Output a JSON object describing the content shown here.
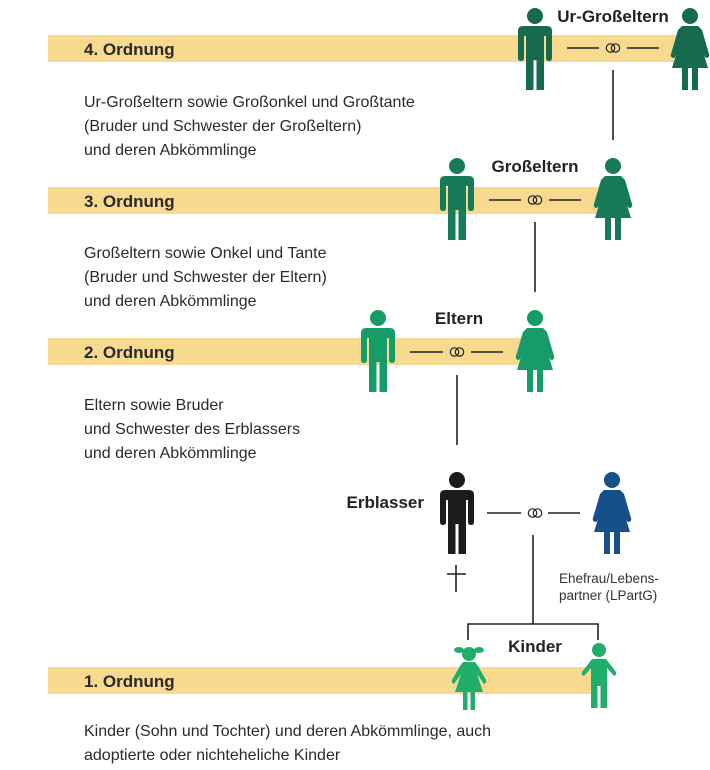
{
  "colors": {
    "band": "#f7da8f",
    "ur_grosseltern": "#166b4f",
    "grosseltern": "#177a58",
    "eltern": "#169c68",
    "kinder": "#1fae6c",
    "erblasser": "#1c1c1c",
    "ehefrau": "#174f8a"
  },
  "orders": [
    {
      "label": "1. Ordnung",
      "description": [
        "Kinder (Sohn und Tochter) und deren Abkömmlinge, auch",
        "adoptierte oder nichteheliche Kinder"
      ]
    },
    {
      "label": "2. Ordnung",
      "description": [
        "Eltern sowie Bruder",
        "und Schwester des Erblassers",
        "und deren Abkömmlinge"
      ]
    },
    {
      "label": "3. Ordnung",
      "description": [
        "Großeltern sowie Onkel und Tante",
        "(Bruder und Schwester der Eltern)",
        "und deren Abkömmlinge"
      ]
    },
    {
      "label": "4. Ordnung",
      "description": [
        "Ur-Großeltern sowie Großonkel und Großtante",
        "(Bruder und Schwester der Großeltern)",
        "und deren Abkömmlinge"
      ]
    }
  ],
  "groups": {
    "ur_grosseltern": "Ur-Großeltern",
    "grosseltern": "Großeltern",
    "eltern": "Eltern",
    "erblasser": "Erblasser",
    "ehefrau": [
      "Ehefrau/Lebens-",
      "partner (LPartG)"
    ],
    "kinder": "Kinder"
  },
  "icons": {
    "marriage": "wedding-rings-icon",
    "death": "cross-icon"
  }
}
